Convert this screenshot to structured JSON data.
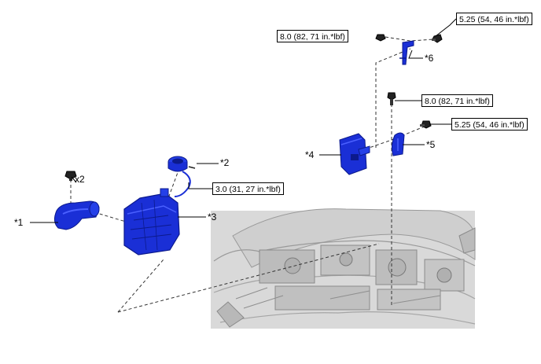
{
  "callouts": {
    "c1": "*1",
    "c2": "*2",
    "c3": "*3",
    "c4": "*4",
    "c5": "*5",
    "c6": "*6",
    "qty": "x2"
  },
  "torques": {
    "t_c2_pipe": "3.0 (31, 27 in.*lbf)",
    "t_c4_bolt": "8.0 (82, 71 in.*lbf)",
    "t_c5_bolt": "5.25 (54, 46 in.*lbf)",
    "t_c6_left": "8.0 (82, 71 in.*lbf)",
    "t_c6_right": "5.25 (54, 46 in.*lbf)"
  },
  "colors": {
    "part_blue": "#1a2fd6",
    "part_blue_dark": "#0c1a8c",
    "engine_gray": "#c9c9c9",
    "engine_line": "#8a8a8a"
  }
}
